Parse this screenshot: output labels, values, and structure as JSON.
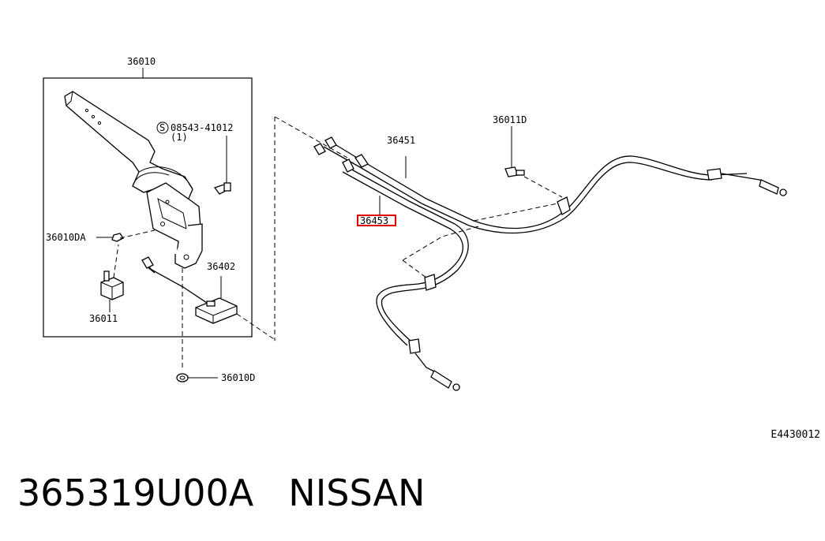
{
  "diagram": {
    "callouts": {
      "lever_assembly": "36010",
      "screw": "08543-41012",
      "screw_qty": "(1)",
      "screw_symbol": "S",
      "bolt_top": "36011D",
      "rear_cable": "36451",
      "front_cable": "36453",
      "nut_left": "36010DA",
      "bracket": "36402",
      "switch": "36011",
      "nut_bottom": "36010D"
    },
    "highlighted_callout": "front_cable",
    "highlight_color": "#e00000",
    "drawing_code": "E4430012"
  },
  "footer": {
    "part_number": "365319U00A",
    "brand": "NISSAN"
  }
}
